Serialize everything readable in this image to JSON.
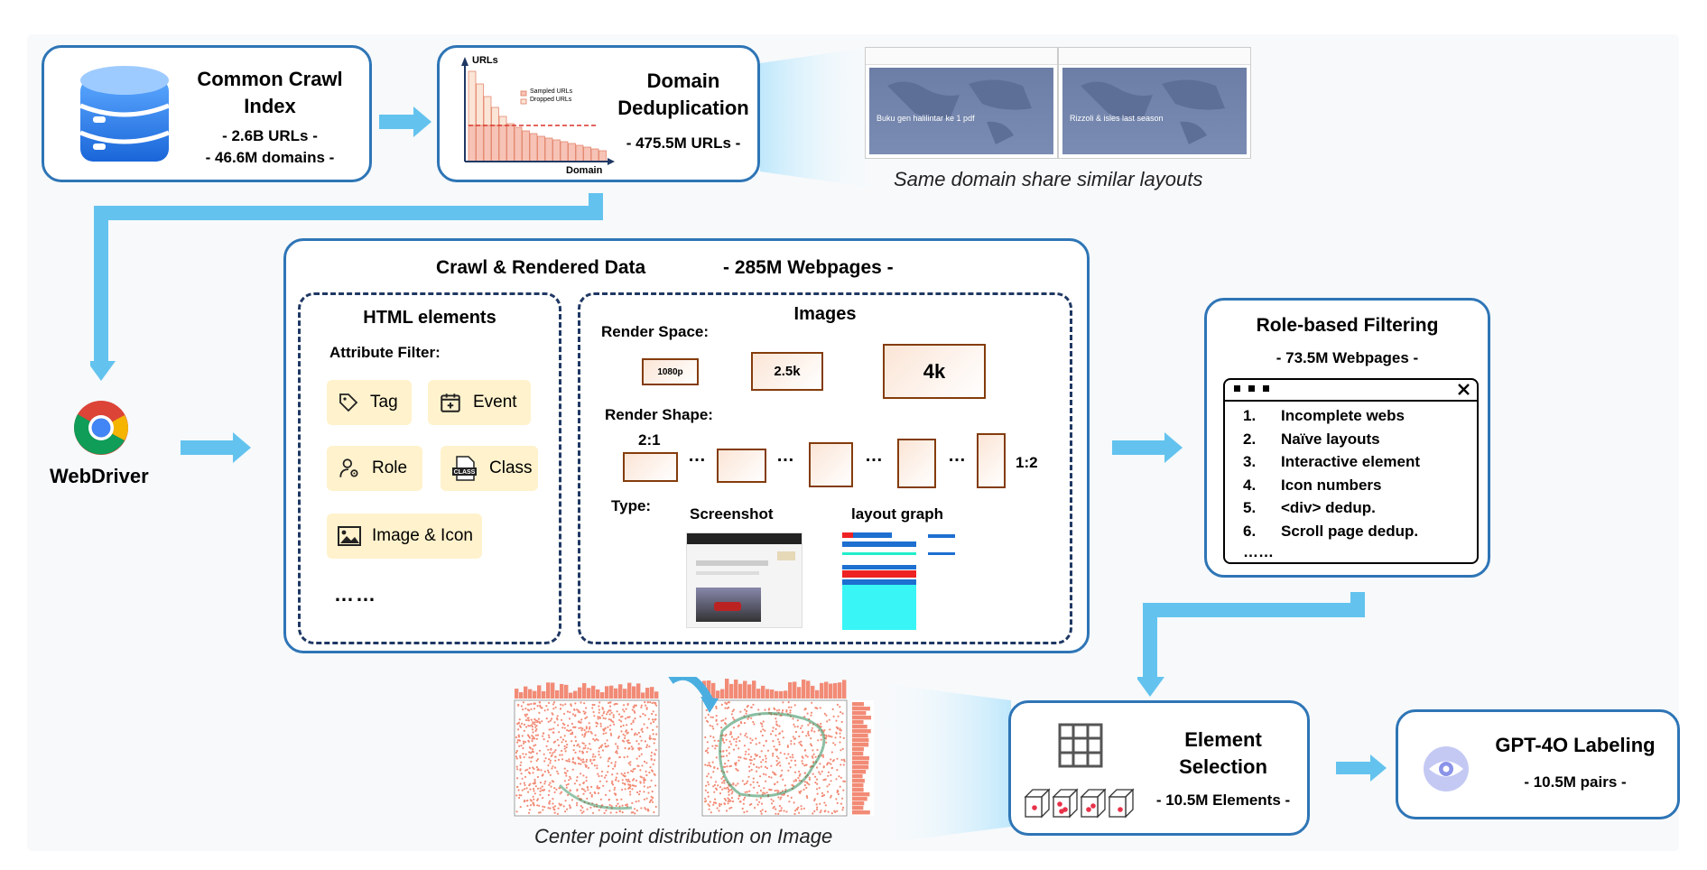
{
  "common_crawl": {
    "title_line1": "Common Crawl",
    "title_line2": "Index",
    "stat1": "- 2.6B URLs -",
    "stat2": "- 46.6M domains -"
  },
  "dedup": {
    "title_line1": "Domain",
    "title_line2": "Deduplication",
    "stat": "- 475.5M URLs -",
    "chart": {
      "ylabel": "URLs",
      "xlabel": "Domain",
      "legend_sampled": "Sampled URLs",
      "legend_dropped": "Dropped URLs"
    }
  },
  "layouts_caption": "Same domain share similar layouts",
  "thumb_left": {
    "headline": "Buku gen halilintar ke 1 pdf"
  },
  "thumb_right": {
    "headline": "Rizzoli & isles last season"
  },
  "webdriver": {
    "label": "WebDriver"
  },
  "crawl": {
    "title": "Crawl & Rendered Data",
    "stat": "- 285M Webpages -"
  },
  "html_elements": {
    "title": "HTML elements",
    "filter_label": "Attribute Filter:",
    "chips": {
      "tag": "Tag",
      "event": "Event",
      "role": "Role",
      "class": "Class",
      "image_icon": "Image & Icon"
    },
    "class_icon_text": "CLASS",
    "more": "……"
  },
  "images": {
    "title": "Images",
    "render_space_label": "Render Space:",
    "sizes": [
      "1080p",
      "2.5k",
      "4k"
    ],
    "render_shape_label": "Render Shape:",
    "ratio_left": "2:1",
    "ratio_right": "1:2",
    "ellipsis": "…",
    "type_label": "Type:",
    "type_screenshot": "Screenshot",
    "type_layout": "layout graph"
  },
  "role_filter": {
    "title": "Role-based Filtering",
    "stat": "- 73.5M Webpages -",
    "items": [
      {
        "n": "1.",
        "text": "Incomplete webs"
      },
      {
        "n": "2.",
        "text": "Naïve layouts"
      },
      {
        "n": "3.",
        "text": "Interactive element"
      },
      {
        "n": "4.",
        "text": "Icon numbers"
      },
      {
        "n": "5.",
        "text": "<div> dedup."
      },
      {
        "n": "6.",
        "text": "Scroll page dedup."
      }
    ],
    "more": "……"
  },
  "element_selection": {
    "title_line1": "Element",
    "title_line2": "Selection",
    "stat": "- 10.5M Elements -"
  },
  "gpt": {
    "title": "GPT-4O Labeling",
    "stat": "- 10.5M pairs -"
  },
  "distribution_caption": "Center point distribution on Image",
  "colors": {
    "accent_blue": "#2e75b6",
    "arrow_blue": "#63c3ee",
    "dark_navy": "#1f3864",
    "chip_yellow": "#fff2cc",
    "brown": "#843c0c",
    "salmon": "#f28b76"
  }
}
